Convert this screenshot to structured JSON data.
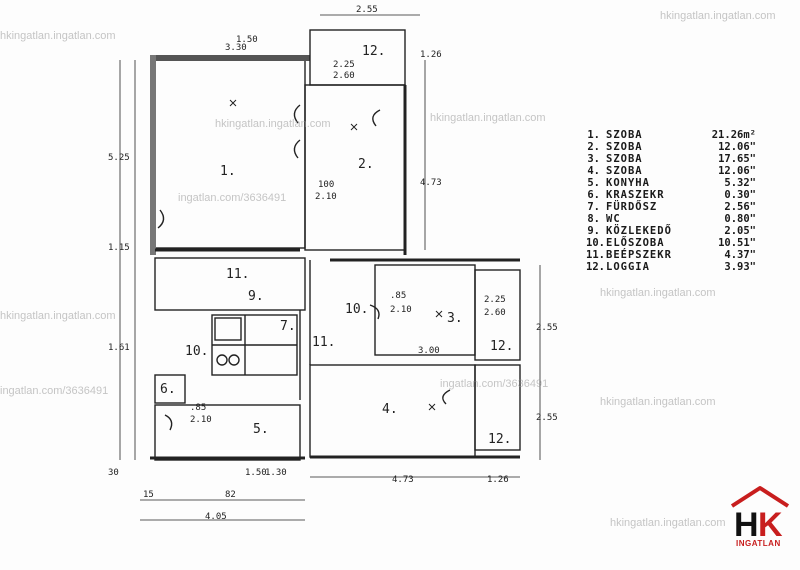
{
  "watermarks": [
    "hkingatlan.ingatlan.com",
    "hkingatlan.ingatlan.com",
    "hkingatlan.ingatlan.com",
    "ingatlan.com/3636491",
    "hkingatlan.ingatlan.com",
    "ingatlan.com/3636491",
    "hkingatlan.ingatlan.com",
    "hkingatlan.ingatlan.com",
    "ingatlan.com/3636491",
    "hkingatlan.ingatlan.com",
    "hkingatlan.ingatlan.com"
  ],
  "rooms": [
    {
      "no": "1.",
      "name": "SZOBA",
      "area": "21.26m²"
    },
    {
      "no": "2.",
      "name": "SZOBA",
      "area": "12.06\""
    },
    {
      "no": "3.",
      "name": "SZOBA",
      "area": "17.65\""
    },
    {
      "no": "4.",
      "name": "SZOBA",
      "area": "12.06\""
    },
    {
      "no": "5.",
      "name": "KONYHA",
      "area": "5.32\""
    },
    {
      "no": "6.",
      "name": "KRASZEKR",
      "area": "0.30\""
    },
    {
      "no": "7.",
      "name": "FÜRDŐSZ",
      "area": "2.56\""
    },
    {
      "no": "8.",
      "name": "WC",
      "area": "0.80\""
    },
    {
      "no": "9.",
      "name": "KÖZLEKEDŐ",
      "area": "2.05\""
    },
    {
      "no": "10.",
      "name": "ELŐSZOBA",
      "area": "10.51\""
    },
    {
      "no": "11.",
      "name": "BEÉPSZEKR",
      "area": "4.37\""
    },
    {
      "no": "12.",
      "name": "LOGGIA",
      "area": "3.93\""
    }
  ],
  "plan_labels": {
    "r1": "1.",
    "r2": "2.",
    "r3": "3.",
    "r4": "4.",
    "r5": "5.",
    "r6": "6.",
    "r7": "7.",
    "r9": "9.",
    "r10": "10.",
    "r10b": "10.",
    "r11a": "11.",
    "r11b": "11.",
    "r12a": "12.",
    "r12b": "12.",
    "r12c": "12."
  },
  "dimensions": {
    "d255": "2.55",
    "d330": "3.30",
    "d150": "1.50",
    "d225a": "2.25",
    "d260a": "2.60",
    "d126a": "1.26",
    "d525": "5.25",
    "d100": "100",
    "d210a": "2.10",
    "d473a": "4.73",
    "d115": "1.15",
    "d85a": ".85",
    "d210b": "2.10",
    "d300": "3.00",
    "d225b": "2.25",
    "d260b": "2.60",
    "d255b": "2.55",
    "d255c": "2.55",
    "d473b": "4.73",
    "d126b": "1.26",
    "d405": "4.05",
    "d150b": "1.50",
    "d130": "1.30",
    "d82": "82",
    "d161": "1.61",
    "d85b": ".85",
    "d210c": "2.10",
    "d30": "30",
    "d15": "15"
  },
  "logo": {
    "letters": "HK",
    "caption": "INGATLAN",
    "brand_color": "#c81e1e"
  }
}
